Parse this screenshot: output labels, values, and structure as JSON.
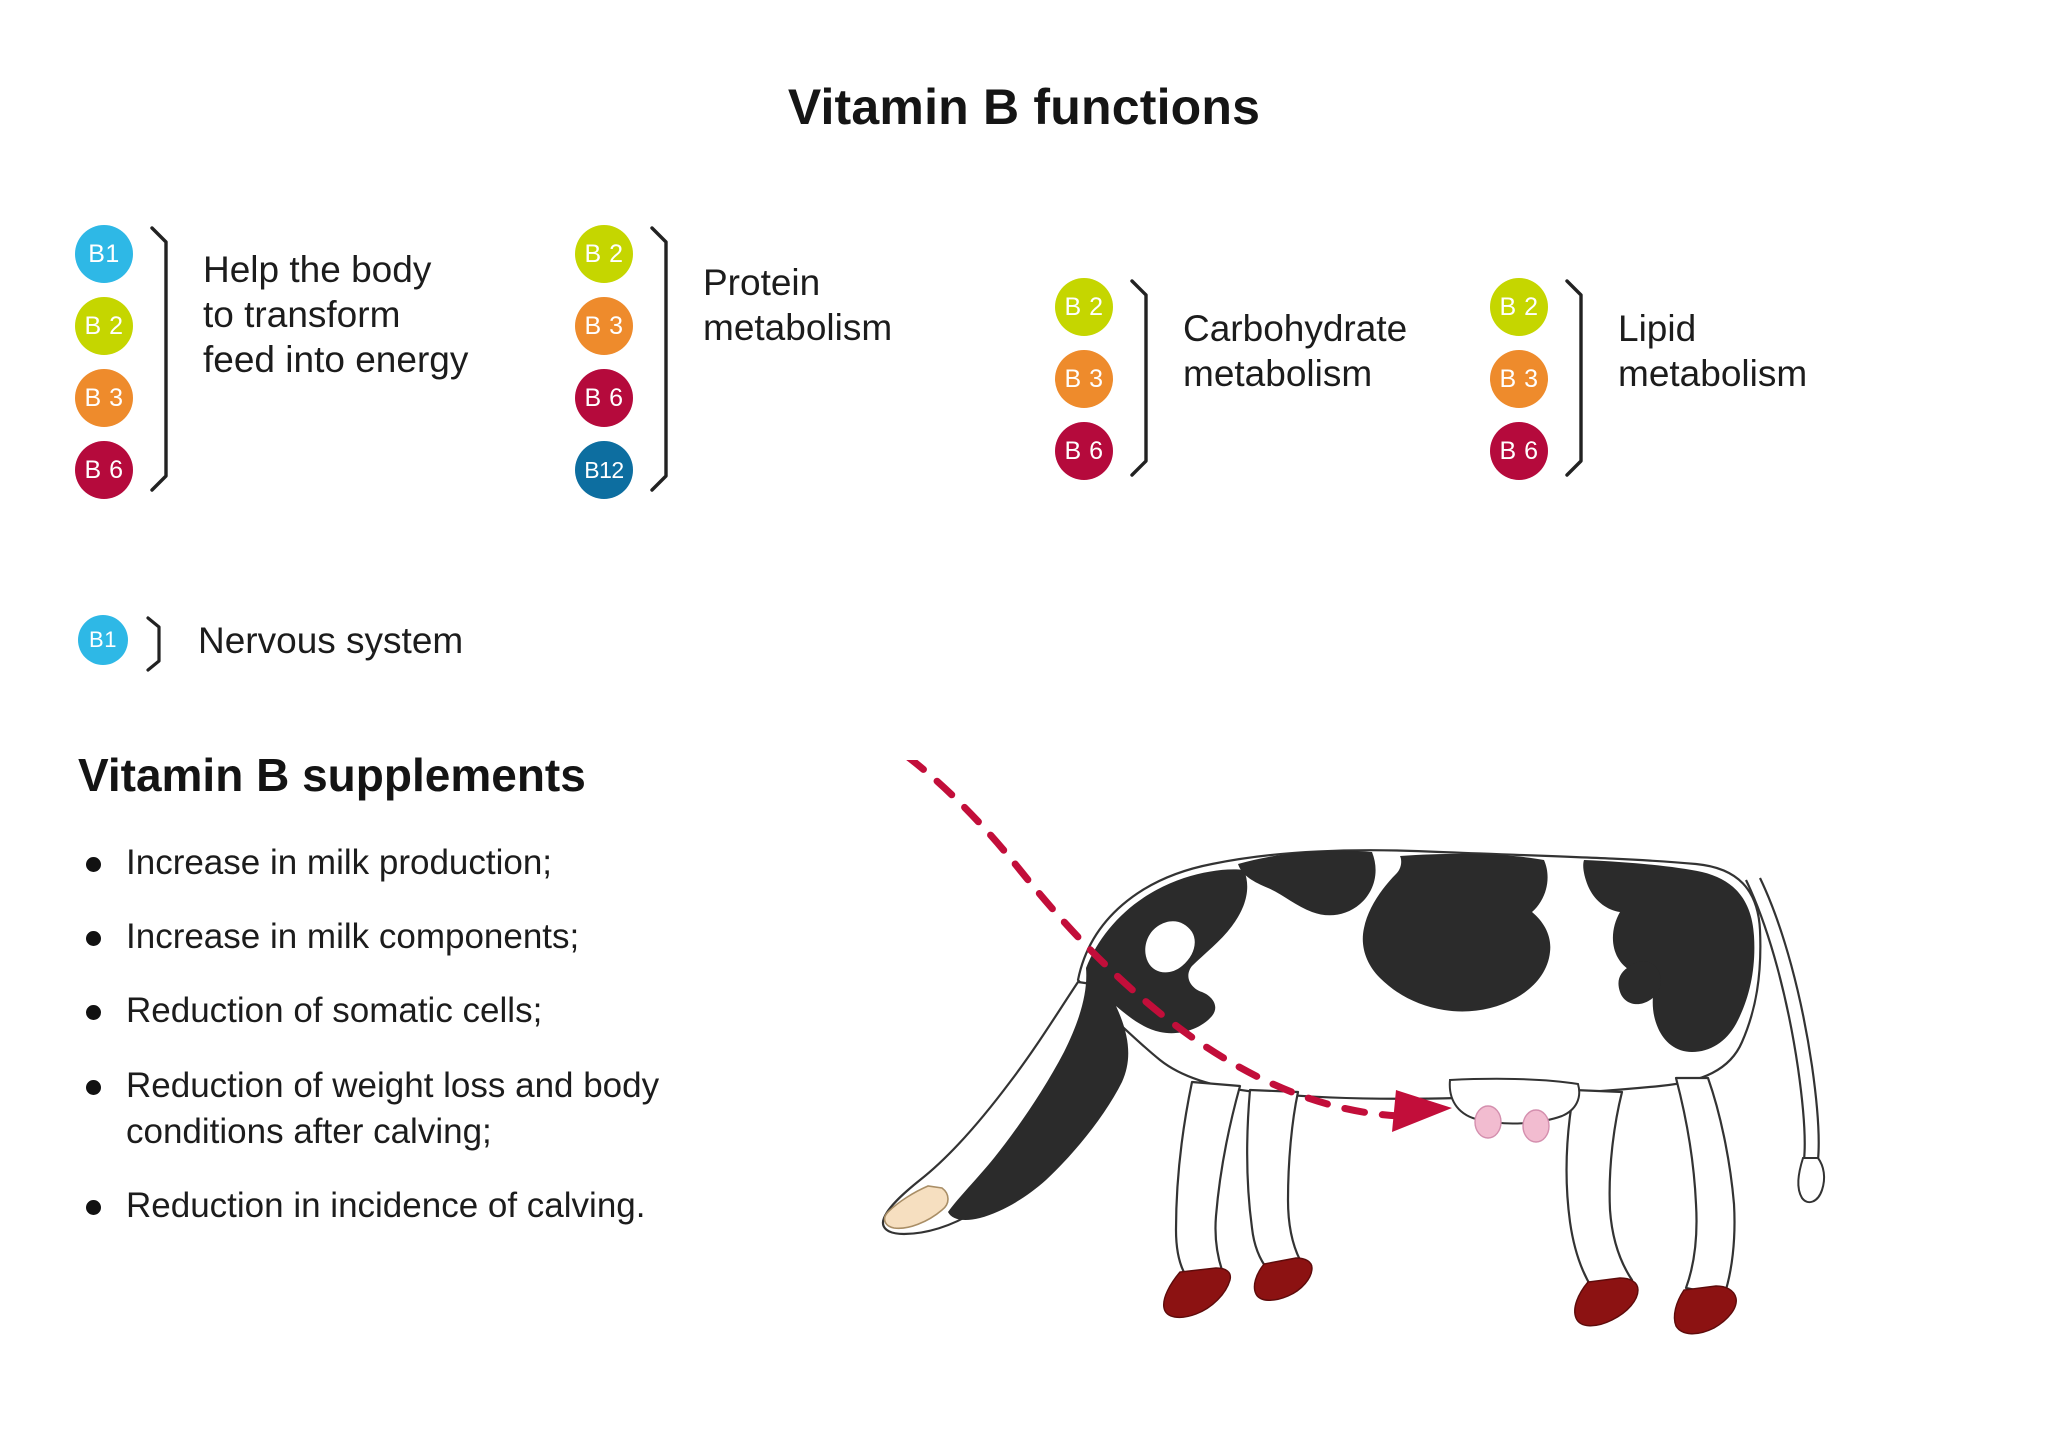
{
  "title": "Vitamin B functions",
  "colors": {
    "b1": "#2eb8e6",
    "b2": "#c5d600",
    "b3": "#ee8b2c",
    "b6": "#b50a3c",
    "b12": "#0d6ea0",
    "arrow_red": "#c20e3a",
    "hoof_red": "#8c1212",
    "teat_pink": "#f2bcd0",
    "horn_cream": "#f6dfc0",
    "cow_black": "#2b2b2b",
    "outline": "#333333"
  },
  "function_groups": [
    {
      "id": "energy",
      "label": "Help the body\nto transform\nfeed into energy",
      "vitamins": [
        {
          "code": "B1",
          "color_key": "b1"
        },
        {
          "code": "B 2",
          "color_key": "b2"
        },
        {
          "code": "B 3",
          "color_key": "b3"
        },
        {
          "code": "B 6",
          "color_key": "b6"
        }
      ]
    },
    {
      "id": "protein",
      "label": "Protein\nmetabolism",
      "vitamins": [
        {
          "code": "B 2",
          "color_key": "b2"
        },
        {
          "code": "B 3",
          "color_key": "b3"
        },
        {
          "code": "B 6",
          "color_key": "b6"
        },
        {
          "code": "B12",
          "color_key": "b12"
        }
      ]
    },
    {
      "id": "carbohydrate",
      "label": "Carbohydrate\nmetabolism",
      "vitamins": [
        {
          "code": "B 2",
          "color_key": "b2"
        },
        {
          "code": "B 3",
          "color_key": "b3"
        },
        {
          "code": "B 6",
          "color_key": "b6"
        }
      ]
    },
    {
      "id": "lipid",
      "label": "Lipid\nmetabolism",
      "vitamins": [
        {
          "code": "B 2",
          "color_key": "b2"
        },
        {
          "code": "B 3",
          "color_key": "b3"
        },
        {
          "code": "B 6",
          "color_key": "b6"
        }
      ]
    },
    {
      "id": "nervous",
      "label": "Nervous system",
      "vitamins": [
        {
          "code": "B1",
          "color_key": "b1"
        }
      ]
    }
  ],
  "supplements": {
    "heading": "Vitamin B supplements",
    "items": [
      "Increase in milk production;",
      "Increase in milk components;",
      "Reduction of somatic cells;",
      "Reduction of weight loss and body conditions after calving;",
      "Reduction in incidence of calving."
    ]
  },
  "illustration": {
    "subject": "dairy-cow-grazing",
    "annotation": "red-dashed-arrow-to-udder"
  }
}
